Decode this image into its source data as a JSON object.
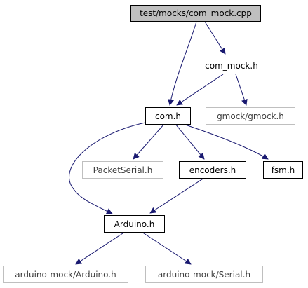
{
  "graph": {
    "nodes": [
      {
        "id": "root",
        "label": "test/mocks/com_mock.cpp",
        "style": "root"
      },
      {
        "id": "com_mock_h",
        "label": "com_mock.h",
        "style": "normal"
      },
      {
        "id": "gmock",
        "label": "gmock/gmock.h",
        "style": "external"
      },
      {
        "id": "com_h",
        "label": "com.h",
        "style": "normal"
      },
      {
        "id": "packetserial",
        "label": "PacketSerial.h",
        "style": "external"
      },
      {
        "id": "encoders",
        "label": "encoders.h",
        "style": "normal"
      },
      {
        "id": "fsm",
        "label": "fsm.h",
        "style": "normal"
      },
      {
        "id": "arduino_h",
        "label": "Arduino.h",
        "style": "normal"
      },
      {
        "id": "am_arduino",
        "label": "arduino-mock/Arduino.h",
        "style": "external"
      },
      {
        "id": "am_serial",
        "label": "arduino-mock/Serial.h",
        "style": "external"
      }
    ],
    "edges": [
      {
        "from": "root",
        "to": "com_mock_h"
      },
      {
        "from": "root",
        "to": "com_h"
      },
      {
        "from": "com_mock_h",
        "to": "com_h"
      },
      {
        "from": "com_mock_h",
        "to": "gmock"
      },
      {
        "from": "com_h",
        "to": "packetserial"
      },
      {
        "from": "com_h",
        "to": "encoders"
      },
      {
        "from": "com_h",
        "to": "fsm"
      },
      {
        "from": "com_h",
        "to": "arduino_h"
      },
      {
        "from": "encoders",
        "to": "arduino_h"
      },
      {
        "from": "arduino_h",
        "to": "am_arduino"
      },
      {
        "from": "arduino_h",
        "to": "am_serial"
      }
    ],
    "colors": {
      "edge": "#191970",
      "root_fill": "#bfbfbf",
      "node_stroke": "#000000",
      "external_stroke": "#bfbfbf",
      "external_text": "#404040",
      "text": "#000000"
    }
  }
}
